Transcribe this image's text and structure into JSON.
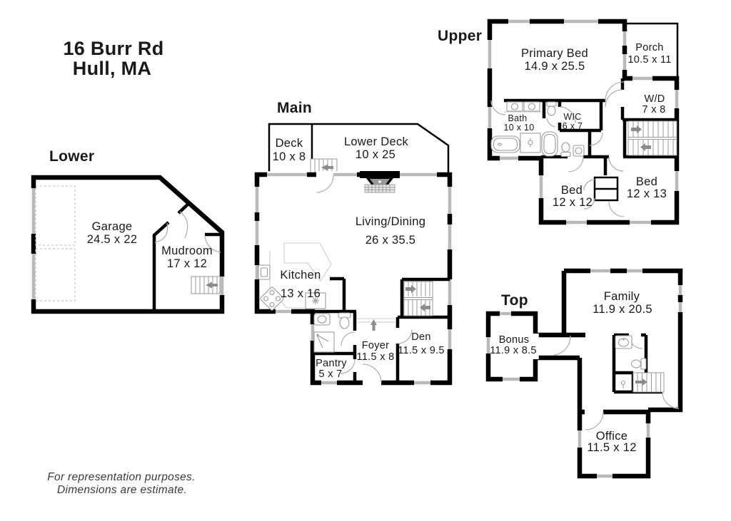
{
  "title": {
    "line1": "16 Burr Rd",
    "line2": "Hull, MA"
  },
  "footer": {
    "line1": "For representation purposes.",
    "line2": "Dimensions are estimate."
  },
  "colors": {
    "wall": "#000000",
    "window": "#b9b9b9",
    "fixture": "#9a9a9a",
    "arrow": "#8c8c8c",
    "text": "#191919"
  },
  "floors": {
    "lower": {
      "label": "Lower",
      "rooms": {
        "garage": {
          "name": "Garage",
          "dims": "24.5 x 22"
        },
        "mudroom": {
          "name": "Mudroom",
          "dims": "17 x 12"
        }
      }
    },
    "main": {
      "label": "Main",
      "rooms": {
        "deck": {
          "name": "Deck",
          "dims": "10 x 8"
        },
        "lower_deck": {
          "name": "Lower Deck",
          "dims": "10 x 25"
        },
        "living_dining": {
          "name": "Living/Dining",
          "dims": "26 x 35.5"
        },
        "kitchen": {
          "name": "Kitchen",
          "dims": "13 x 16"
        },
        "foyer": {
          "name": "Foyer",
          "dims": "11.5 x 8"
        },
        "den": {
          "name": "Den",
          "dims": "11.5 x 9.5"
        },
        "pantry": {
          "name": "Pantry",
          "dims": "5 x 7"
        }
      }
    },
    "upper": {
      "label": "Upper",
      "rooms": {
        "primary_bed": {
          "name": "Primary Bed",
          "dims": "14.9 x 25.5"
        },
        "porch": {
          "name": "Porch",
          "dims": "10.5 x 11"
        },
        "wd": {
          "name": "W/D",
          "dims": "7 x 8"
        },
        "bath": {
          "name": "Bath",
          "dims": "10 x 10"
        },
        "wic": {
          "name": "WIC",
          "dims": "6 x 7"
        },
        "bed_12x12": {
          "name": "Bed",
          "dims": "12 x 12"
        },
        "bed_12x13": {
          "name": "Bed",
          "dims": "12 x 13"
        }
      }
    },
    "top": {
      "label": "Top",
      "rooms": {
        "bonus": {
          "name": "Bonus",
          "dims": "11.9 x 8.5"
        },
        "family": {
          "name": "Family",
          "dims": "11.9 x 20.5"
        },
        "office": {
          "name": "Office",
          "dims": "11.5 x 12"
        }
      }
    }
  }
}
